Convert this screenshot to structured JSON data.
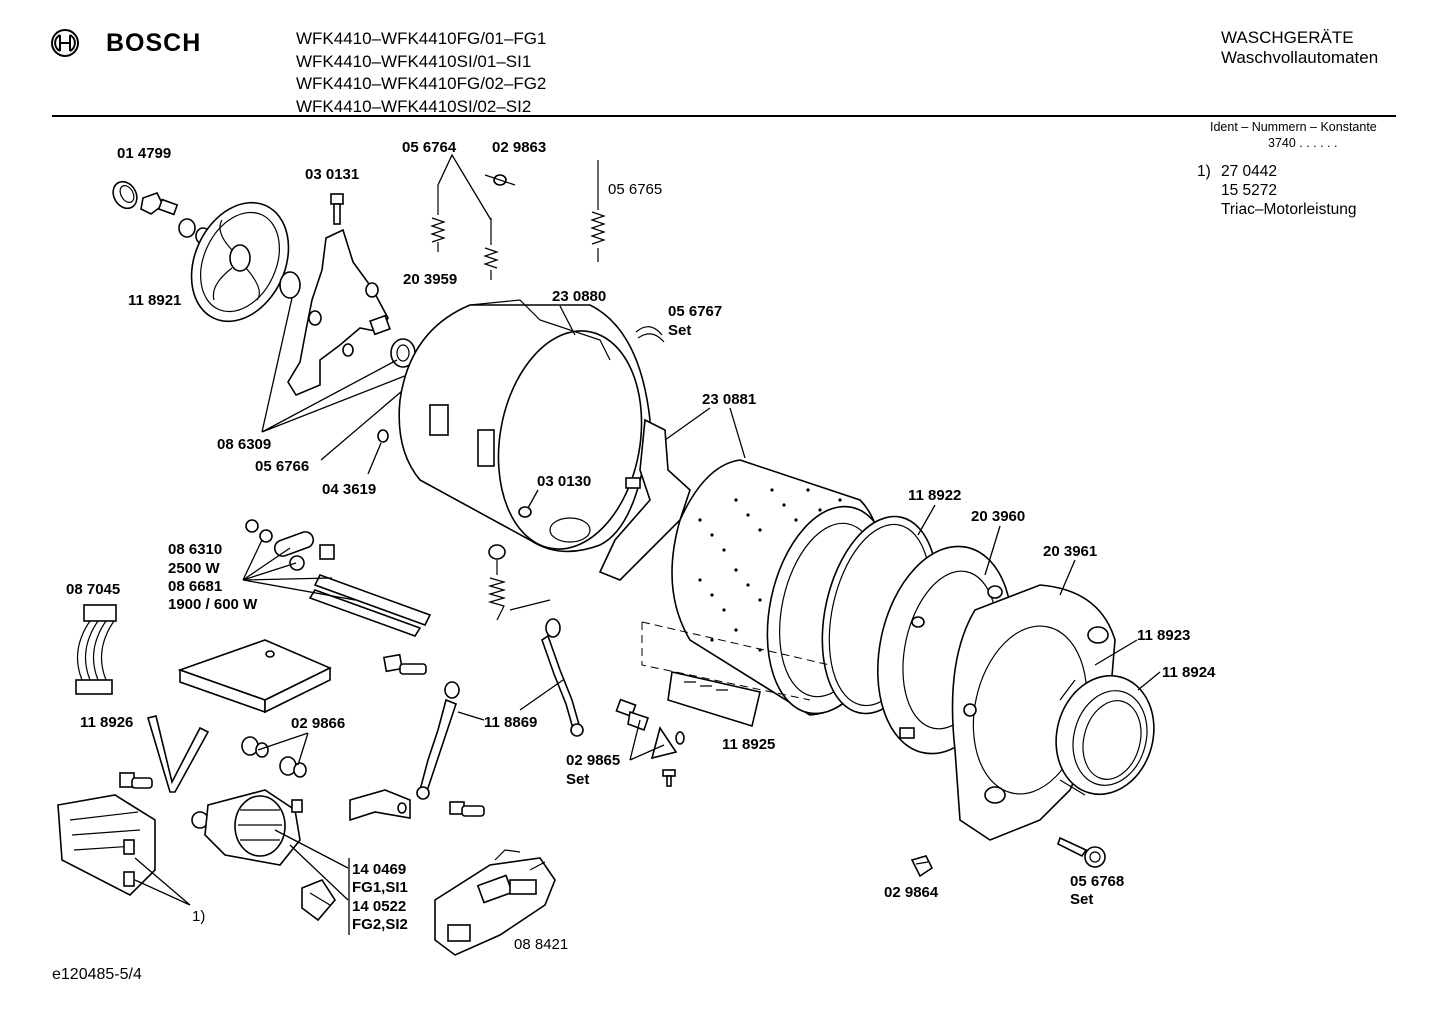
{
  "header": {
    "brand": "BOSCH",
    "models": [
      "WFK4410–WFK4410FG/01–FG1",
      "WFK4410–WFK4410SI/01–SI1",
      "WFK4410–WFK4410FG/02–FG2",
      "WFK4410–WFK4410SI/02–SI2"
    ],
    "category_title": "WASCHGERÄTE",
    "category_subtitle": "Waschvollautomaten"
  },
  "ident": {
    "heading": "Ident – Nummern – Konstante",
    "code": "3740  .  .  .  .  .  ."
  },
  "note": {
    "marker": "1)",
    "lines": [
      "27 0442",
      "15 5272",
      "Triac–Motorleistung"
    ]
  },
  "parts": {
    "p014799": "01 4799",
    "p030131": "03 0131",
    "p056764": "05 6764",
    "p029863": "02 9863",
    "p056765": "05 6765",
    "p118921": "11 8921",
    "p203959": "20 3959",
    "p230880": "23 0880",
    "p056767a": "05 6767",
    "p056767b": "Set",
    "p230881": "23 0881",
    "p086309": "08 6309",
    "p056766": "05 6766",
    "p043619": "04 3619",
    "p030130": "03 0130",
    "p118922": "11 8922",
    "p203960": "20 3960",
    "p203961": "20 3961",
    "p086310": "08 6310",
    "p2500w": "2500 W",
    "p086681": "08 6681",
    "p1900w": "1900 / 600 W",
    "p087045": "08 7045",
    "p118923": "11 8923",
    "p118924": "11 8924",
    "p118926": "11 8926",
    "p029866": "02 9866",
    "p118869": "11 8869",
    "p118925": "11 8925",
    "p029865a": "02 9865",
    "p029865b": "Set",
    "p140469": "14 0469",
    "pfg1si1": "FG1,SI1",
    "p140522": "14 0522",
    "pfg2si2": "FG2,SI2",
    "p1note": "1)",
    "p088421": "08 8421",
    "p029864": "02 9864",
    "p056768a": "05 6768",
    "p056768b": "Set"
  },
  "footer": {
    "doc_id": "e120485-5/4"
  }
}
